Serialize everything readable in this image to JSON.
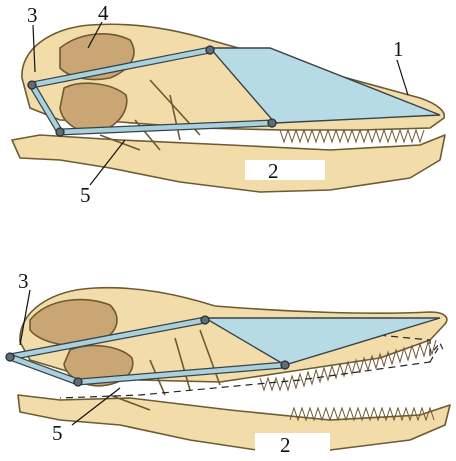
{
  "colors": {
    "bone": "#f2dcaa",
    "bone_shadow": "#b99a5d",
    "brain_case": "#c9a673",
    "outline": "#6e5a33",
    "strut": "#a9d1dc",
    "triangle": "#b6dbe5",
    "label_box": "#ffffff"
  },
  "top_skull": {
    "labels": {
      "label_1": "1",
      "label_2": "2",
      "label_3": "3",
      "label_4": "4",
      "label_5": "5"
    }
  },
  "bottom_skull": {
    "labels": {
      "label_2": "2",
      "label_3": "3",
      "label_5": "5"
    }
  }
}
